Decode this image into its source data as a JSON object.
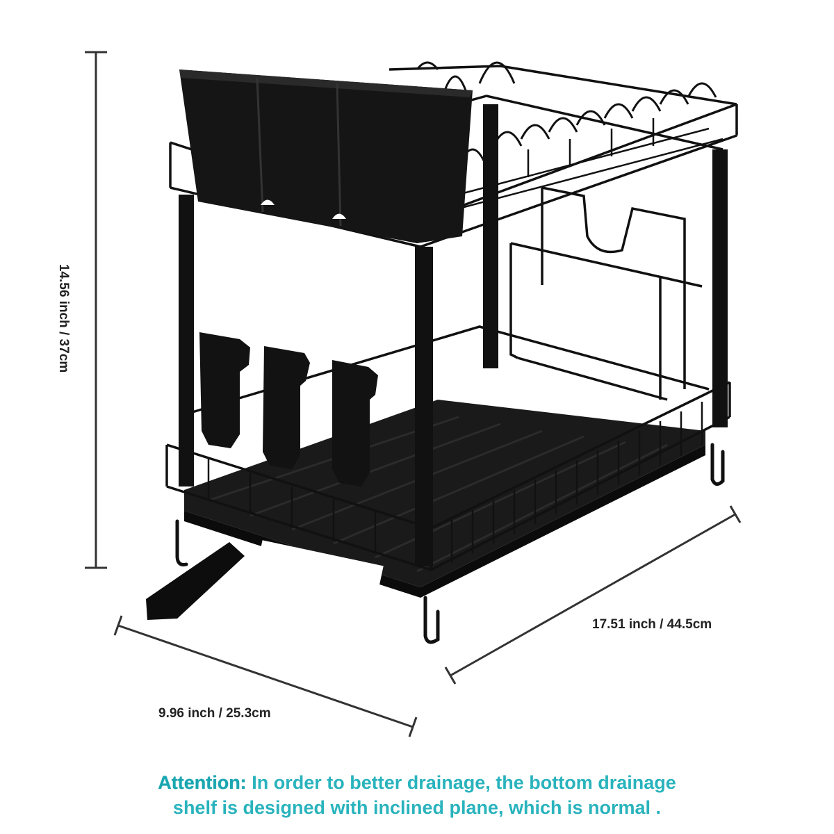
{
  "dimensions": {
    "height": "14.56 inch / 37cm",
    "width": "17.51 inch / 44.5cm",
    "depth": "9.96 inch / 25.3cm"
  },
  "note": {
    "title": "Attention:",
    "line1": "In order to better drainage, the bottom drainage",
    "line2": "shelf is designed with inclined plane, which is normal ."
  },
  "colors": {
    "product": "#111111",
    "dimension_lines": "#333333",
    "note_text": "#29b3bd"
  }
}
